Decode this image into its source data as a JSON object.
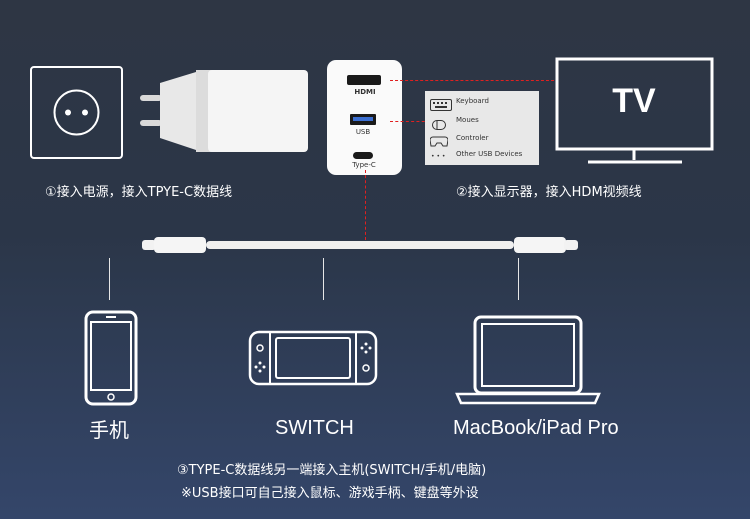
{
  "adapter": {
    "ports": [
      "HDMI",
      "USB",
      "Type-C"
    ]
  },
  "tv": {
    "label": "TV"
  },
  "usb_devices": {
    "items": [
      "Keyboard",
      "Moues",
      "Controler",
      "Other USB Devices"
    ]
  },
  "captions": {
    "step1": "①接入电源，接入TPYE-C数据线",
    "step2": "②接入显示器，接入HDM视频线"
  },
  "devices": {
    "phone": "手机",
    "switch": "SWITCH",
    "laptop": "MacBook/iPad Pro"
  },
  "footer": {
    "line1": "③TYPE-C数据线另一端接入主机(SWITCH/手机/电脑)",
    "line2": "※USB接口可自己接入鼠标、游戏手柄、键盘等外设"
  },
  "colors": {
    "background": "#2e3644",
    "connector_line": "#e02020",
    "device_outline": "#ffffff"
  }
}
